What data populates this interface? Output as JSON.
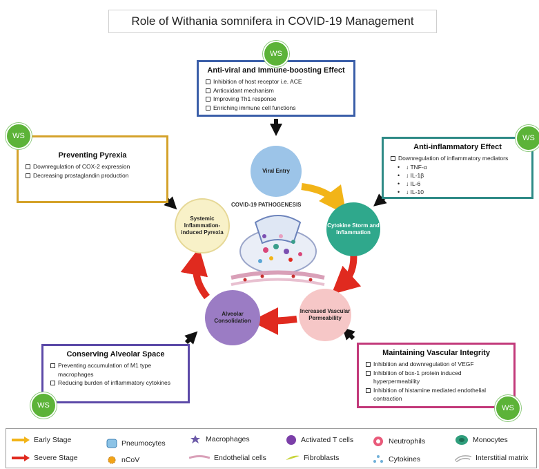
{
  "title": "Role of Withania somnifera in COVID-19 Management",
  "ws_label": "WS",
  "center_label": "COVID-19 PATHOGENESIS",
  "stages": {
    "viral_entry": "Viral Entry",
    "cytokine": "Cytokine Storm and Inflammation",
    "vascular": "Increased Vascular Permeability",
    "alveolar": "Alveolar Consolidation",
    "pyrexia": "Systemic Inflammation-induced Pyrexia"
  },
  "boxes": {
    "antiviral": {
      "title": "Anti-viral and Immune-boosting Effect",
      "items": [
        "Inhibition of host receptor i.e. ACE",
        "Antioxidant mechanism",
        "Improving Th1 response",
        "Enriching immune cell functions"
      ],
      "color": "#3a5ea8"
    },
    "antiinflam": {
      "title": "Anti-inflammatory Effect",
      "items": [
        "Downregulation of inflammatory mediators"
      ],
      "subitems": [
        "↓ TNF-α",
        "↓ IL-1β",
        "↓ IL-6",
        "↓ IL-10"
      ],
      "color": "#2e8a86"
    },
    "vascular": {
      "title": "Maintaining Vascular Integrity",
      "items": [
        "Inhibition and downregulation of VEGF",
        "Inhibition of box-1 protein induced hyperpermeability",
        "Inhibition of histamine mediated endothelial contraction"
      ],
      "color": "#c2397a"
    },
    "alveolar": {
      "title": "Conserving Alveolar Space",
      "items": [
        "Preventing accumulation of M1 type macrophages",
        "Reducing burden of inflammatory cytokines"
      ],
      "color": "#5c4aa8"
    },
    "pyrexia": {
      "title": "Preventing Pyrexia",
      "items": [
        "Downregulation of COX-2 expression",
        "Decreasing prostaglandin production"
      ],
      "color": "#d4a22a"
    }
  },
  "legend": {
    "early": "Early Stage",
    "severe": "Severe Stage",
    "pneumocytes": "Pneumocytes",
    "ncov": "nCoV",
    "macrophages": "Macrophages",
    "endothelial": "Endothelial cells",
    "tcells": "Activated T cells",
    "fibroblasts": "Fibroblasts",
    "neutrophils": "Neutrophils",
    "cytokines": "Cytokines",
    "monocytes": "Monocytes",
    "matrix": "Interstitial matrix"
  }
}
